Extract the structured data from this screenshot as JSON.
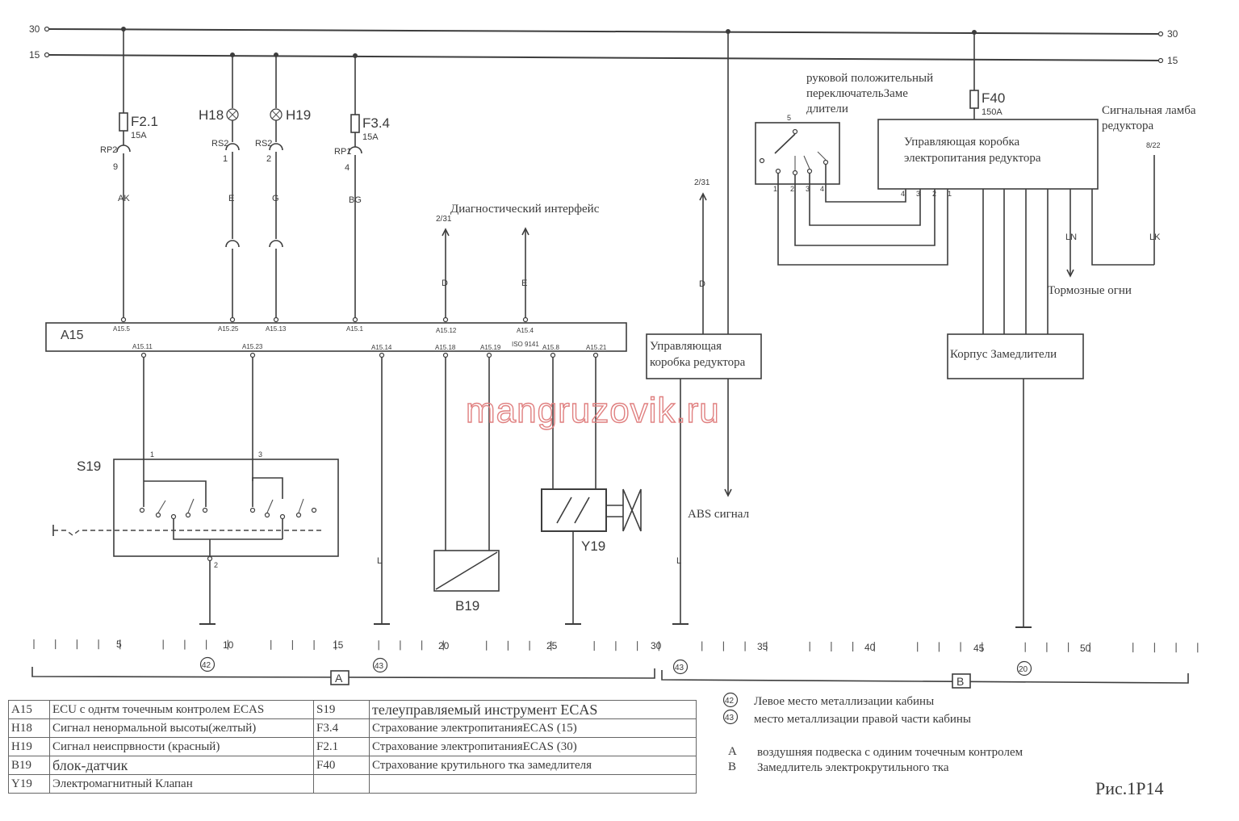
{
  "rails": {
    "r30": "30",
    "r15": "15"
  },
  "labels": {
    "f21": "F2.1",
    "f21_amp": "15A",
    "h18": "H18",
    "h19": "H19",
    "f34": "F3.4",
    "f34_amp": "15A",
    "rp2": "RP2",
    "rp2_n": "9",
    "rs2a": "RS2",
    "rs2a_n": "1",
    "rs2b": "RS2",
    "rs2b_n": "2",
    "rp1": "RP1",
    "rp1_n": "4",
    "w_ak": "AK",
    "w_e": "E",
    "w_g": "G",
    "w_bg": "BG",
    "w_d1": "D",
    "w_e2": "E",
    "w_d2": "D",
    "w_l1": "L",
    "w_l2": "L",
    "w_ln": "LN",
    "w_lk": "LK",
    "diag": "Диагностический интерфейс",
    "diag_231": "2/31",
    "abs_231": "2/31",
    "a15": "A15",
    "a15_5": "A15.5",
    "a15_25": "A15.25",
    "a15_13": "A15.13",
    "a15_1": "A15.1",
    "a15_12": "A15.12",
    "a15_4": "A15.4",
    "a15_11": "A15.11",
    "a15_23": "A15.23",
    "a15_14": "A15.14",
    "a15_18": "A15.18",
    "a15_19": "A15.19",
    "iso": "ISO 9141",
    "a15_8": "A15.8",
    "a15_21": "A15.21",
    "s19": "S19",
    "s19_p1": "1",
    "s19_p3": "3",
    "s19_p2": "2",
    "b19": "B19",
    "y19": "Y19",
    "gearbox_box": [
      "Управляющая",
      "коробка редуктора"
    ],
    "abs": "ABS сигнал",
    "switch_label": [
      "руковой положительный",
      "переключательЗаме",
      "длители"
    ],
    "sw_5": "5",
    "sw_1": "1",
    "sw_2": "2",
    "sw_3": "3",
    "sw_4": "4",
    "f40": "F40",
    "f40_amp": "150A",
    "power_box": [
      "Управляющая коробка",
      "электропитания редуктора"
    ],
    "pb_4": "4",
    "pb_3": "3",
    "pb_2": "2",
    "pb_1": "1",
    "signal_lamp": [
      "Сигнальная ламба",
      "редуктора"
    ],
    "lamp_822": "8/22",
    "brake": "Тормозные огни",
    "retarder": "Корпус Замедлители",
    "watermark": "mangruzovik.ru"
  },
  "scale": {
    "numbers": [
      "5",
      "10",
      "15",
      "20",
      "25",
      "30",
      "35",
      "40",
      "45",
      "50"
    ],
    "grounds": [
      "42",
      "43",
      "43",
      "20"
    ],
    "sections": [
      "A",
      "B"
    ]
  },
  "legend_table": [
    [
      "A15",
      "ECU с однтм точечным контролем ECAS",
      "S19",
      "телеуправляемый инструмент      ECAS"
    ],
    [
      "H18",
      "Сигнал ненормальной высоты(желтый)",
      "F3.4",
      "Страхование электропитанияECAS (15)"
    ],
    [
      "H19",
      "Сигнал неиспрвности (красный)",
      "F2.1",
      "Страхование электропитанияECAS (30)"
    ],
    [
      "B19",
      "блок-датчик",
      "F40",
      "Страхование крутильного тка замедлителя"
    ],
    [
      "Y19",
      "Электромагнитный Клапан",
      "",
      ""
    ]
  ],
  "notes": {
    "n42_sym": "42",
    "n42": "Левое место металлизации кабины",
    "n43_sym": "43",
    "n43": "место металлизации правой части кабины",
    "a_sym": "A",
    "a": "воздушняя подвеска с одиним точечным контролем",
    "b_sym": "B",
    "b": "Замедлитель электрокрутильного тка"
  },
  "figure": "Рис.1P14"
}
